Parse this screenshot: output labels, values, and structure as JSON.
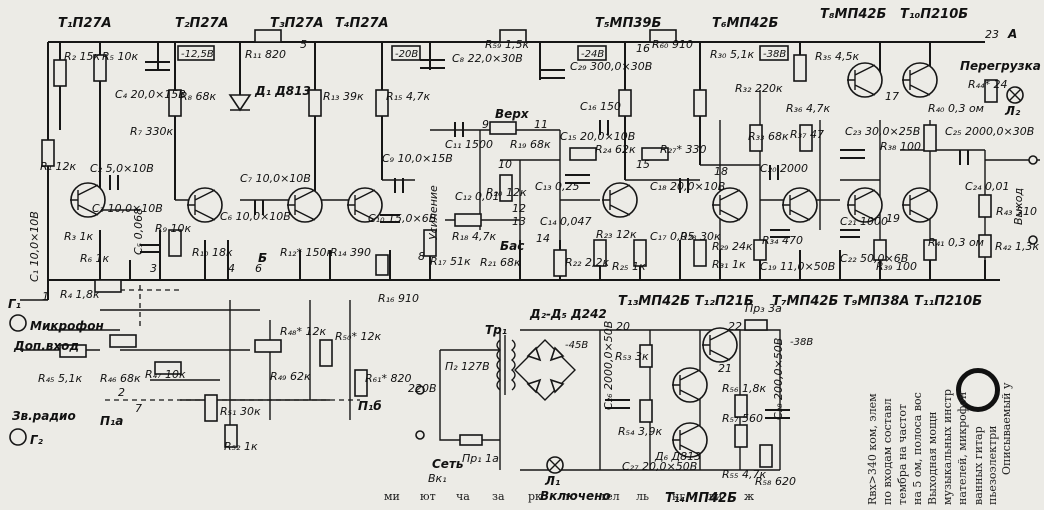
{
  "transistors": {
    "t1": "T₁П27А",
    "t2": "T₂П27А",
    "t3": "T₃П27А",
    "t4": "T₄П27А",
    "t5": "T₅МП39Б",
    "t6": "T₆МП42Б",
    "t8": "T₈МП42Б",
    "t10": "T₁₀П210Б",
    "t12_13_line": "T₁₃МП42Б T₁₂П21Б",
    "t7_9_11_line": "T₇МП42Б T₉МП38А T₁₁П210Б",
    "t14": "T₁₄МП42Б"
  },
  "voltages": {
    "v1": "-12,5В",
    "v2": "-20В",
    "v3": "-24В",
    "v4": "-38В",
    "v5": "-38В",
    "v6": "-45В"
  },
  "resistors": {
    "r1": "R₁ 12к",
    "r2": "R₂ 15к",
    "r3": "R₃ 1к",
    "r4": "R₄ 1,8к",
    "r5": "R₅ 10к",
    "r6": "R₆ 1к",
    "r7": "R₇ 330к",
    "r8": "R₈ 68к",
    "r9": "R₉ 10к",
    "r10": "R₁₀ 18к",
    "r11": "R₁₁ 820",
    "r12": "R₁₂* 150к",
    "r13": "R₁₃ 39к",
    "r14": "R₁₄ 390",
    "r15": "R₁₅ 4,7к",
    "r16": "R₁₆ 910",
    "r17": "R₁₇ 51к",
    "r18": "R₁₈ 4,7к",
    "r19": "R₁₉ 68к",
    "r20": "R₂₀ 12к",
    "r21": "R₂₁ 68к",
    "r22": "R₂₂ 2,2к",
    "r23": "R₂₃ 12к",
    "r24": "R₂₄ 62к",
    "r25": "R₂₅ 1к",
    "r27": "R₂₇* 330",
    "r28": "R₂₈ 30к",
    "r29": "R₂₉ 24к",
    "r30": "R₃₀ 5,1к",
    "r31": "R₃₁ 1к",
    "r32": "R₃₂ 220к",
    "r33": "R₃₃ 68к",
    "r34": "R₃₄ 470",
    "r35": "R₃₅ 4,5к",
    "r36": "R₃₆ 4,7к",
    "r37": "R₃₇ 47",
    "r38": "R₃₈ 100",
    "r39": "R₃₉ 100",
    "r40": "R₄₀ 0,3 ом",
    "r41": "R₄₁ 0,3 ом",
    "r42": "R₄₂ 1,3к",
    "r43": "R₄₃ 510",
    "r44": "R₄₄* 24",
    "r45": "R₄₅ 5,1к",
    "r46": "R₄₆ 68к",
    "r47": "R₄₇ 10к",
    "r48": "R₄₈* 12к",
    "r49": "R₄₉ 62к",
    "r50": "R₅₀* 12к",
    "r51": "R₅₁ 30к",
    "r52": "R₅₂ 1к",
    "r53": "R₅₃ 3к",
    "r54": "R₅₄ 3,9к",
    "r55": "R₅₅ 4,7к",
    "r56": "R₅₆ 1,8к",
    "r57": "R₅₇ 560",
    "r58": "R₅₈ 620",
    "r59": "R₅₉ 1,5к",
    "r60": "R₆₀ 910",
    "r61": "R₆₁* 820"
  },
  "capacitors": {
    "c1": "C₁ 10,0×10В",
    "c2": "C₂ 5,0×10В",
    "c3": "C₃ 10,0×10В",
    "c4": "C₄ 20,0×15В",
    "c5": "C₅ 0,068",
    "c6": "C₆ 10,0×10В",
    "c7": "C₇ 10,0×10В",
    "c8": "C₈ 22,0×30В",
    "c9": "C₉ 10,0×15В",
    "c10": "C₁₀ 15,0×6В",
    "c11": "C₁₁ 1500",
    "c12": "C₁₂ 0,01",
    "c13": "C₁₃ 0,25",
    "c14": "C₁₄ 0,047",
    "c15": "C₁₅ 20,0×10В",
    "c16": "C₁₆ 150",
    "c17": "C₁₇ 0,05",
    "c18": "C₁₈ 20,0×10В",
    "c19": "C₁₉ 11,0×50В",
    "c20": "C₂₀ 2000",
    "c21": "C₂₁ 1000",
    "c22": "C₂₂ 50,0×6В",
    "c23": "C₂₃ 30,0×25В",
    "c24": "C₂₄ 0,01",
    "c25": "C₂₅ 2000,0×30В",
    "c26": "C₂₆ 2000,0×50В",
    "c27": "C₂₇ 20,0×50В",
    "c28": "C₂₈ 200,0×50В",
    "c29": "C₂₉ 300,0×30В"
  },
  "diodes": {
    "d1": "Д₁ Д813",
    "d2_5": "Д₂-Д₅ Д242",
    "d6": "Д₆ Д813"
  },
  "controls": {
    "verh": "Верх",
    "bas": "Бас",
    "usilenie": "Усиление",
    "mikrofon": "Микрофон",
    "dop_vhod": "Доп.вход",
    "zv_radio": "Зв.радио",
    "vyhod": "Выход",
    "peregruzka": "Перегрузка",
    "set": "Сеть",
    "vklyucheno": "Включено",
    "p1": "Пр₁ 1а",
    "p2": "П₂ 127В",
    "v220": "220В",
    "vk1": "Вк₁",
    "pr3": "Пр₃ 3а",
    "tr1": "Тр₁",
    "l1": "Л₁",
    "l2": "Л₂",
    "g1": "Г₁",
    "g2": "Г₂",
    "p1a": "П₁а",
    "p1b": "П₁б"
  },
  "nodes": [
    "1",
    "2",
    "3",
    "4",
    "5",
    "6",
    "7",
    "8",
    "9",
    "10",
    "11",
    "12",
    "13",
    "14",
    "15",
    "16",
    "17",
    "18",
    "19",
    "20",
    "21",
    "22",
    "23",
    "A",
    "Б"
  ],
  "article": {
    "col1": "Описываемый у",
    "col2": "пьезоэлектри",
    "col3": "ванных гитар",
    "col4": "нателей, микрофон",
    "col5": "музыкальных инстр",
    "col6": "Выходная мощн",
    "col7": "на 5 ом, полоса вос",
    "col8": "тембра на частот",
    "col9": "по входам составл",
    "col10": "Rвх>340 ком, элем",
    "lower": [
      "ми",
      "ют",
      "ча",
      "за",
      "рк",
      "то",
      "тел",
      "ль",
      "нг",
      "ли",
      "ж"
    ]
  }
}
